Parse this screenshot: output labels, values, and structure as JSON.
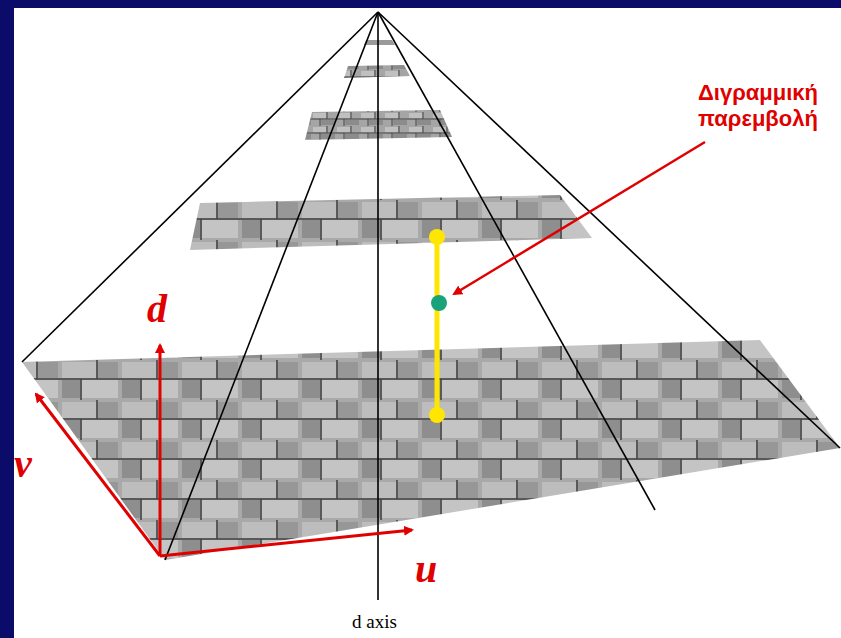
{
  "diagram": {
    "labels": [
      "Διγραμμική παρεμβολή",
      "d",
      "v",
      "u",
      "d axis"
    ]
  }
}
